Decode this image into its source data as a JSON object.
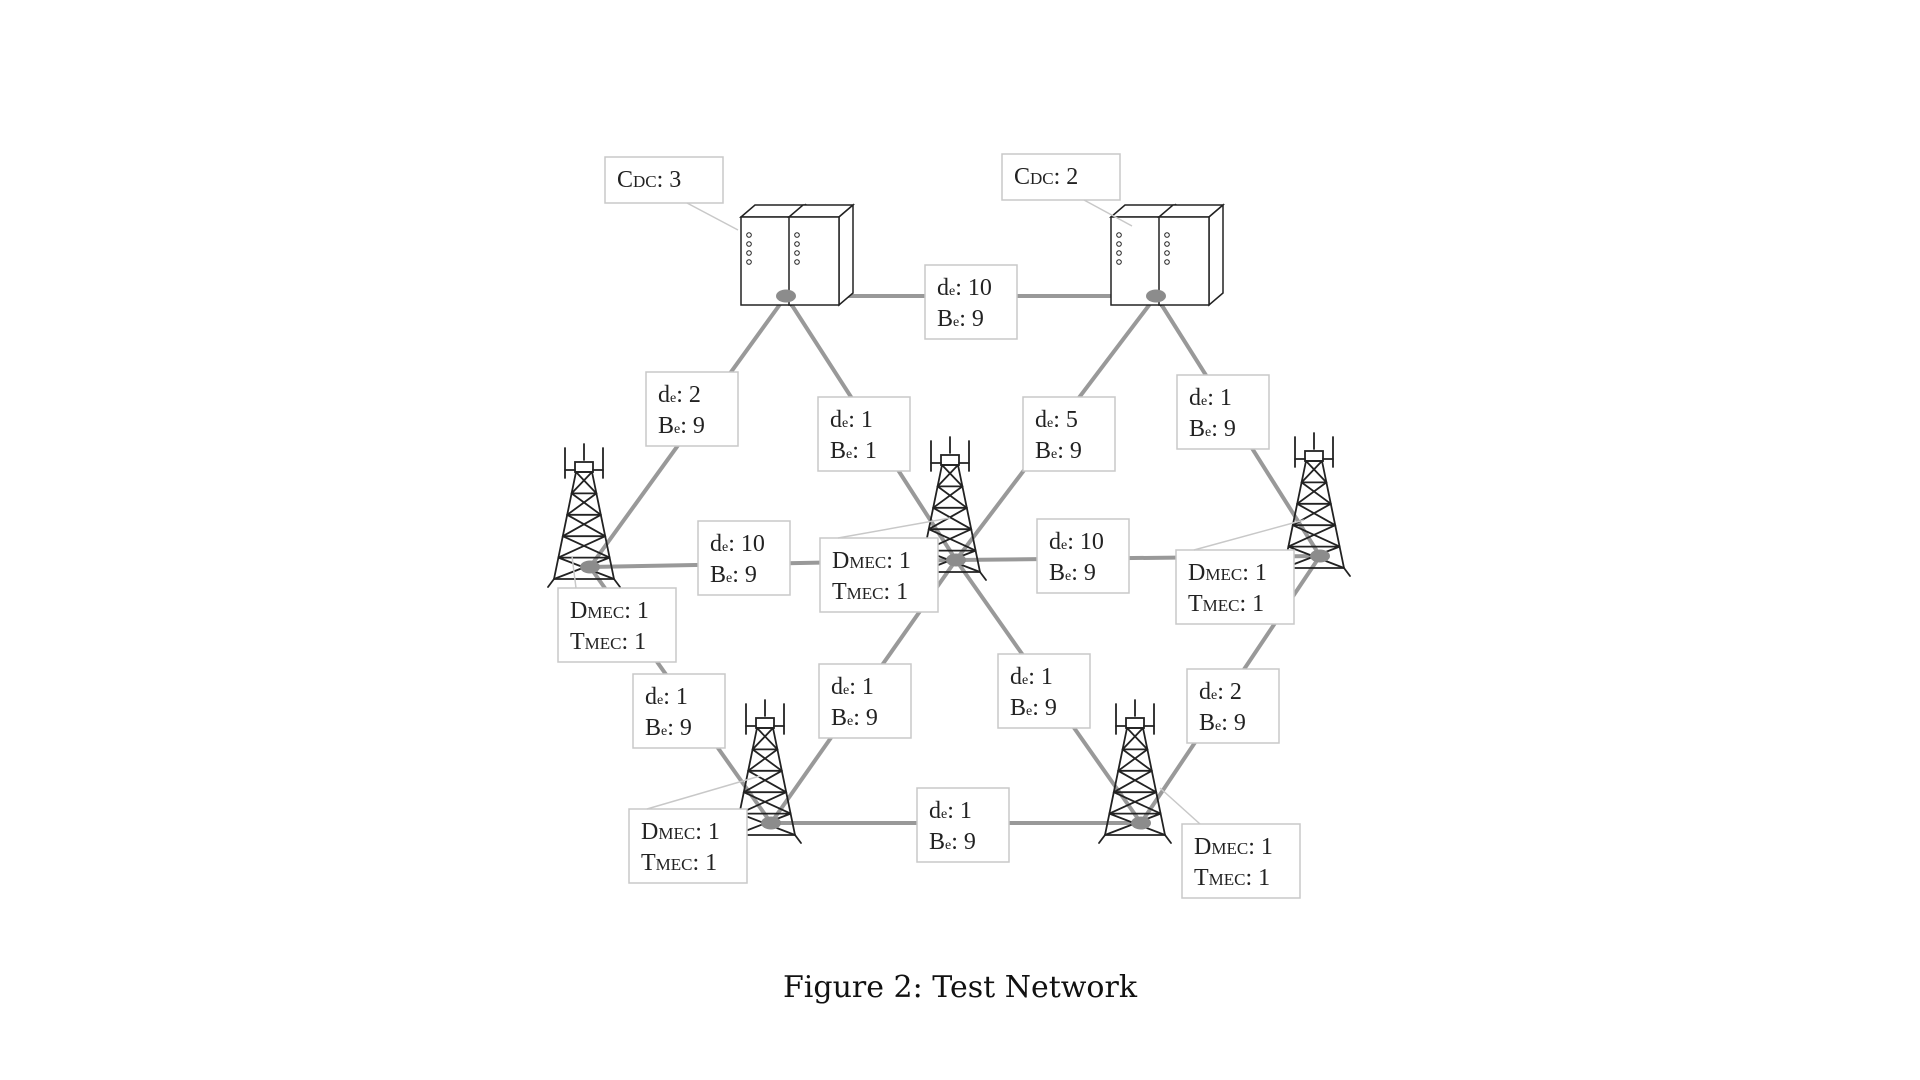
{
  "caption": "Figure 2: Test Network",
  "colors": {
    "link": "#999999",
    "node": "#8c8c8c",
    "box_border": "#c8c8c8",
    "ink": "#222222"
  },
  "icons": {
    "datacenter": "server-rack-icon",
    "base_station": "cell-tower-icon"
  },
  "datacenters": [
    {
      "id": "dc1",
      "c_dc": "3"
    },
    {
      "id": "dc2",
      "c_dc": "2"
    }
  ],
  "base_stations": [
    {
      "id": "bs_left",
      "d_mec": "1",
      "t_mec": "1"
    },
    {
      "id": "bs_center",
      "d_mec": "1",
      "t_mec": "1"
    },
    {
      "id": "bs_right",
      "d_mec": "1",
      "t_mec": "1"
    },
    {
      "id": "bs_bottom_left",
      "d_mec": "1",
      "t_mec": "1"
    },
    {
      "id": "bs_bottom_right",
      "d_mec": "1",
      "t_mec": "1"
    }
  ],
  "links": [
    {
      "from": "dc1",
      "to": "dc2",
      "d_e": "10",
      "b_e": "9"
    },
    {
      "from": "dc1",
      "to": "bs_left",
      "d_e": "2",
      "b_e": "9"
    },
    {
      "from": "dc1",
      "to": "bs_center",
      "d_e": "1",
      "b_e": "1"
    },
    {
      "from": "dc2",
      "to": "bs_center",
      "d_e": "5",
      "b_e": "9"
    },
    {
      "from": "dc2",
      "to": "bs_right",
      "d_e": "1",
      "b_e": "9"
    },
    {
      "from": "bs_left",
      "to": "bs_center",
      "d_e": "10",
      "b_e": "9"
    },
    {
      "from": "bs_center",
      "to": "bs_right",
      "d_e": "10",
      "b_e": "9"
    },
    {
      "from": "bs_left",
      "to": "bs_bottom_left",
      "d_e": "1",
      "b_e": "9"
    },
    {
      "from": "bs_center",
      "to": "bs_bottom_left",
      "d_e": "1",
      "b_e": "9"
    },
    {
      "from": "bs_center",
      "to": "bs_bottom_right",
      "d_e": "1",
      "b_e": "9"
    },
    {
      "from": "bs_right",
      "to": "bs_bottom_right",
      "d_e": "2",
      "b_e": "9"
    },
    {
      "from": "bs_bottom_left",
      "to": "bs_bottom_right",
      "d_e": "1",
      "b_e": "9"
    }
  ]
}
